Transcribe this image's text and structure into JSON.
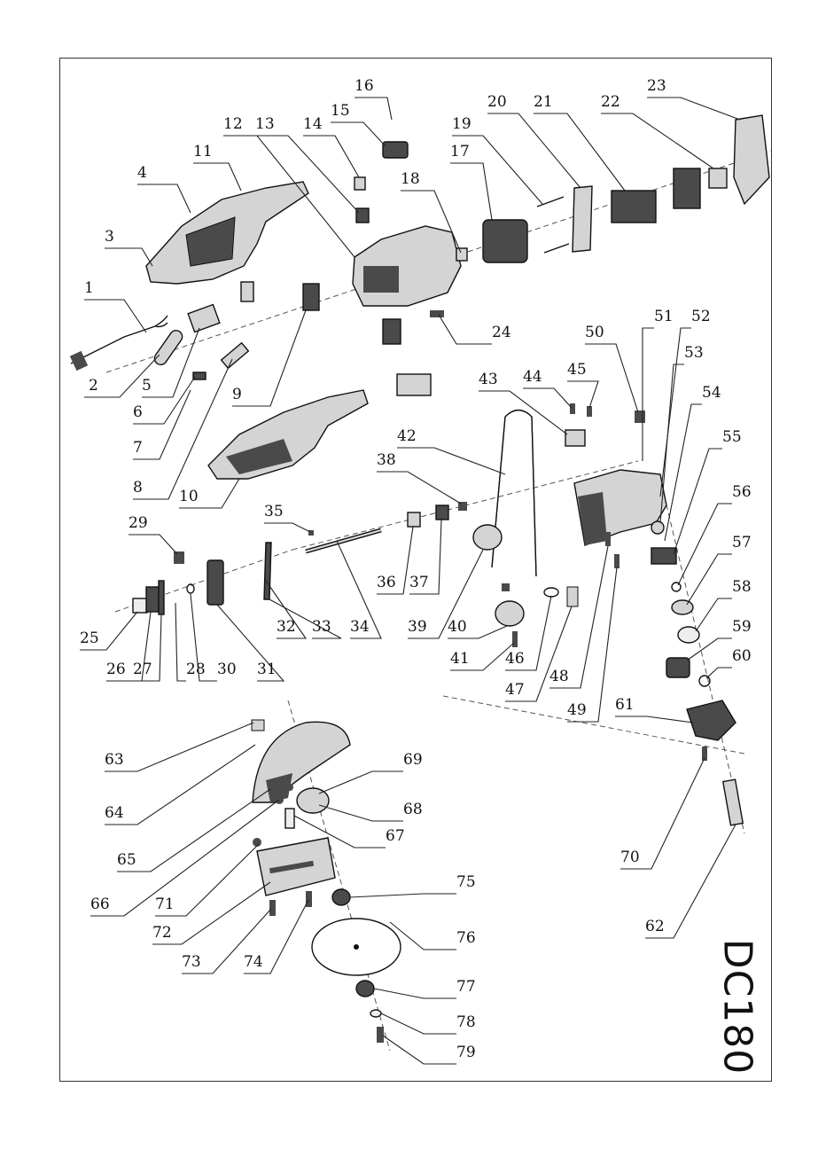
{
  "model": "DC180",
  "callouts": [
    "1",
    "2",
    "3",
    "4",
    "5",
    "6",
    "7",
    "8",
    "9",
    "10",
    "11",
    "12",
    "13",
    "14",
    "15",
    "16",
    "17",
    "18",
    "19",
    "20",
    "21",
    "22",
    "23",
    "24",
    "25",
    "26",
    "27",
    "28",
    "29",
    "30",
    "31",
    "32",
    "33",
    "34",
    "35",
    "36",
    "37",
    "38",
    "39",
    "40",
    "41",
    "42",
    "43",
    "44",
    "45",
    "46",
    "47",
    "48",
    "49",
    "50",
    "51",
    "52",
    "53",
    "54",
    "55",
    "56",
    "57",
    "58",
    "59",
    "60",
    "61",
    "62",
    "63",
    "64",
    "65",
    "66",
    "67",
    "68",
    "69",
    "70",
    "71",
    "72",
    "73",
    "74",
    "75",
    "76",
    "77",
    "78",
    "79"
  ],
  "colors": {
    "ink": "#111111",
    "part_fill": "#d4d4d4",
    "part_dark": "#4a4a4a",
    "frame": "#333333"
  }
}
